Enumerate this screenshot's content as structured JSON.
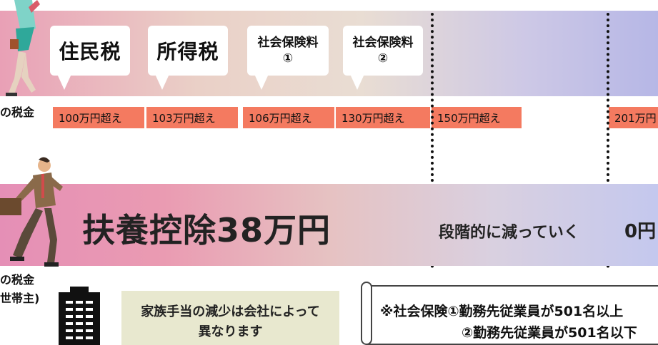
{
  "top_band": {
    "bubbles": [
      {
        "line1": "住民税",
        "line2": ""
      },
      {
        "line1": "所得税",
        "line2": ""
      },
      {
        "line1": "社会保険料",
        "line2": "①"
      },
      {
        "line1": "社会保険料",
        "line2": "②"
      }
    ],
    "side_label": "の税金",
    "thresholds": [
      "100万円超え",
      "103万円超え",
      "106万円超え",
      "130万円超え",
      "150万円超え",
      "201万円"
    ]
  },
  "bottom_band": {
    "side_label_1": "の税金",
    "side_label_2": "世帯主)",
    "main_text": "扶養控除38万円",
    "mid_text": "段階的に減っていく",
    "end_text": "0円"
  },
  "note": {
    "line1": "家族手当の減少は会社によって",
    "line2": "異なります"
  },
  "scroll": {
    "line1": "※社会保険①勤務先従業員が501名以上",
    "line2": "②勤務先従業員が501名以下"
  },
  "colors": {
    "threshold_bg": "#f47a60",
    "note_bg": "#e8e8cf"
  }
}
